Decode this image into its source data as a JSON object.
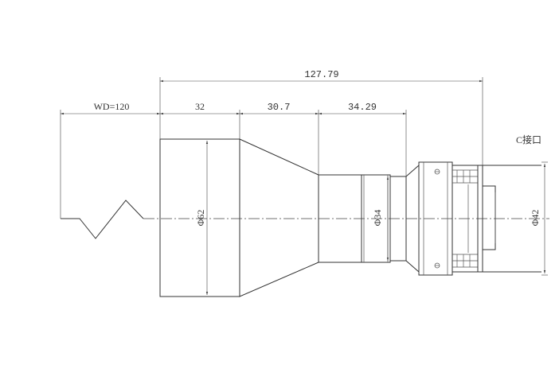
{
  "dimensions": {
    "overall_length": "127.79",
    "working_distance": "WD=120",
    "front_barrel_length": "32",
    "taper_length": "30.7",
    "rear_length": "34.29",
    "front_diameter": "Φ62",
    "mid_diameter": "Φ34",
    "mount_diameter": "Φ42"
  },
  "labels": {
    "mount": "C接口"
  }
}
